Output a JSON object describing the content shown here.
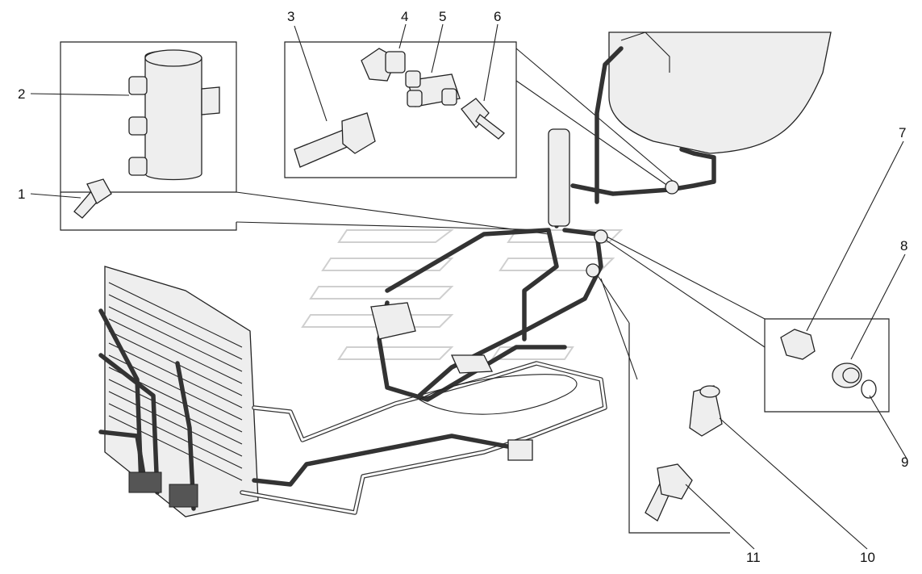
{
  "callouts": [
    {
      "id": "1",
      "label": "1"
    },
    {
      "id": "2",
      "label": "2"
    },
    {
      "id": "3",
      "label": "3"
    },
    {
      "id": "4",
      "label": "4"
    },
    {
      "id": "5",
      "label": "5"
    },
    {
      "id": "6",
      "label": "6"
    },
    {
      "id": "7",
      "label": "7"
    },
    {
      "id": "8",
      "label": "8"
    },
    {
      "id": "9",
      "label": "9"
    },
    {
      "id": "10",
      "label": "10"
    },
    {
      "id": "11",
      "label": "11"
    }
  ],
  "colors": {
    "line": "#222222",
    "background": "#ffffff"
  }
}
